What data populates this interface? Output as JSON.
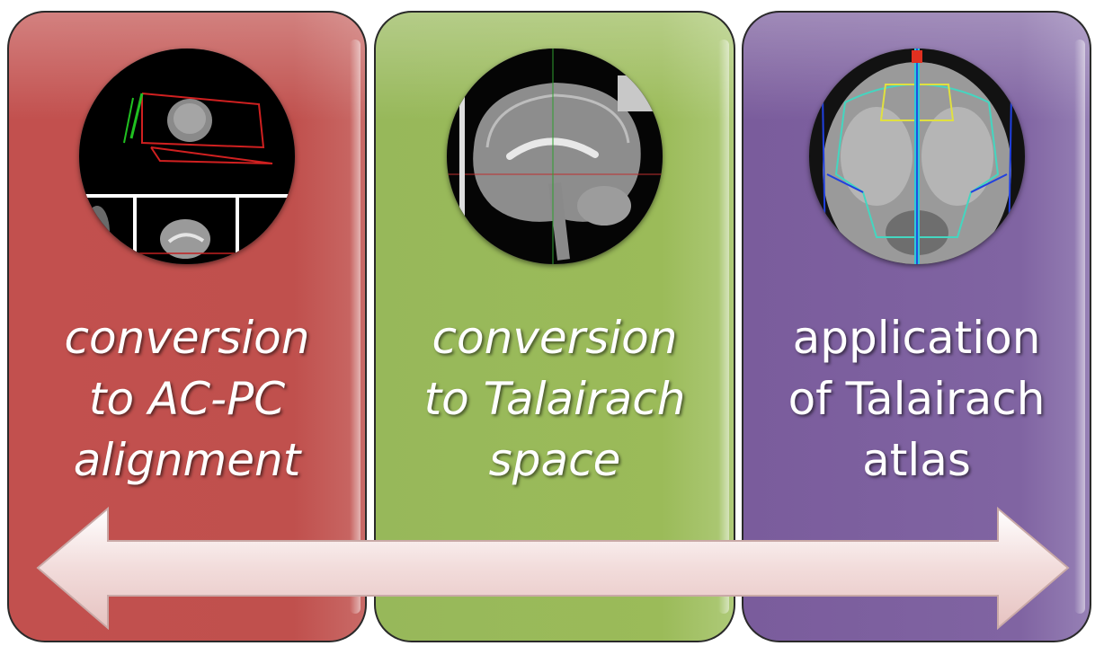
{
  "panels": [
    {
      "label_lines": [
        "conversion",
        "to AC-PC",
        "alignment"
      ],
      "color": "#C0504D",
      "image": "brain-mri-3d-alignment-view"
    },
    {
      "label_lines": [
        "conversion",
        "to Talairach",
        "space"
      ],
      "color": "#9BBB59",
      "image": "brain-mri-sagittal-slice"
    },
    {
      "label_lines": [
        "application",
        "of Talairach",
        "atlas"
      ],
      "color": "#8064A2",
      "image": "brain-mri-axial-atlas-overlay"
    }
  ],
  "arrow": {
    "fill": "#F2DCDB",
    "direction": "bidirectional"
  }
}
